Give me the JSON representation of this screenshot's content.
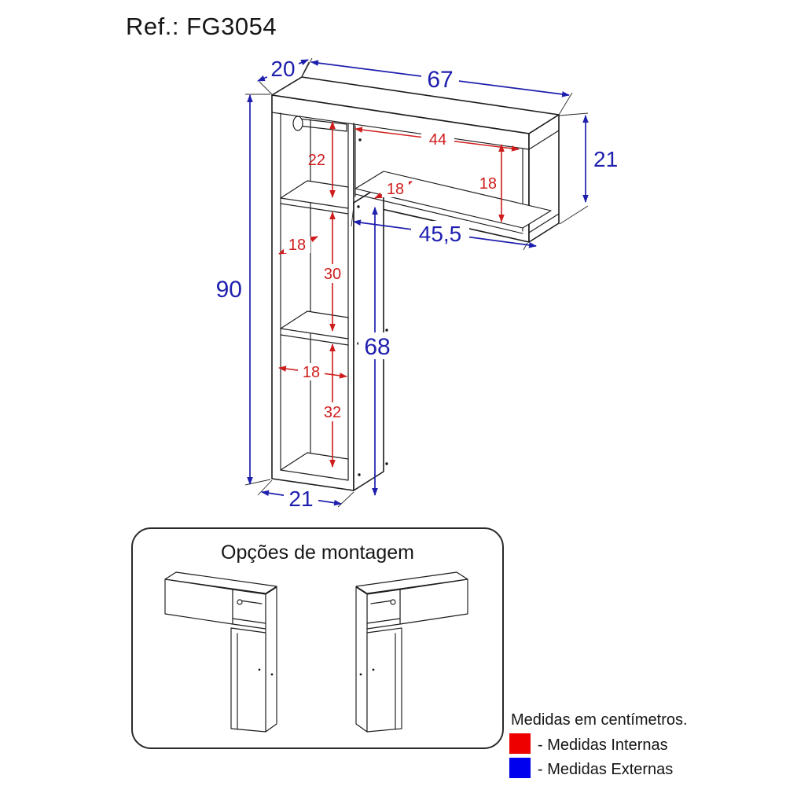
{
  "title": "Ref.: FG3054",
  "colors": {
    "internal_dim": "#cf1d1d",
    "external_dim": "#1f1fae",
    "legend_internal_swatch": "#ee0000",
    "legend_external_swatch": "#0000ee",
    "line": "#1c1c1c"
  },
  "main_diagram": {
    "external_dims": {
      "depth": "20",
      "total_width": "67",
      "wing_height": "21",
      "total_height": "90",
      "wing_span": "45,5",
      "column_lower_height": "68",
      "column_width": "21"
    },
    "internal_dims": {
      "top_compartment_height": "22",
      "wing_inner_width": "44",
      "wing_inner_height": "18",
      "wing_shelf_depth": "18",
      "middle_shelf_depth": "18",
      "middle_compartment_height": "30",
      "bottom_inner_width": "18",
      "bottom_compartment_height": "32"
    }
  },
  "options_box": {
    "title": "Opções de montagem"
  },
  "legend": {
    "units_note": "Medidas em centímetros.",
    "internal_label": "- Medidas Internas",
    "external_label": "- Medidas Externas"
  }
}
